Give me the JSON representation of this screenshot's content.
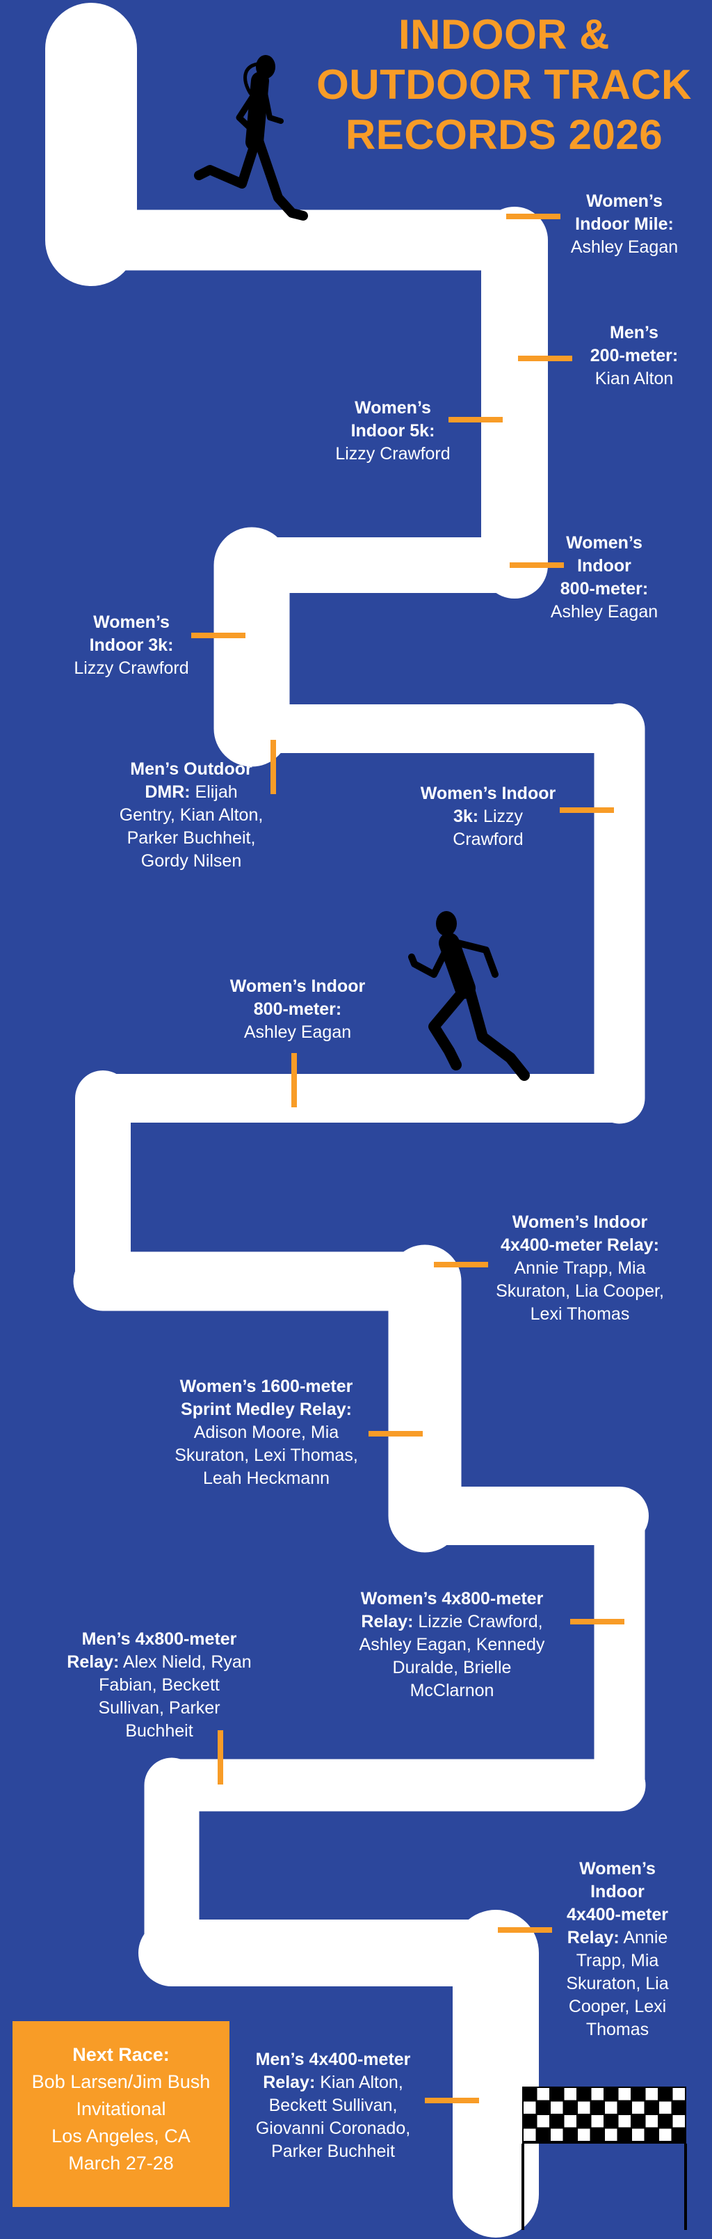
{
  "title": {
    "lines": [
      "INDOOR &",
      "OUTDOOR TRACK",
      "RECORDS 2026"
    ]
  },
  "colors": {
    "background": "#2c479c",
    "accent": "#f89c27",
    "track": "#ffffff"
  },
  "records": [
    {
      "lines": [
        {
          "b": "Women’s"
        },
        {
          "b": "Indoor Mile:"
        },
        {
          "t": "Ashley Eagan"
        }
      ]
    },
    {
      "lines": [
        {
          "b": "Men’s"
        },
        {
          "b": "200-meter:"
        },
        {
          "t": "Kian Alton"
        }
      ]
    },
    {
      "lines": [
        {
          "b": "Women’s"
        },
        {
          "b": "Indoor 5k:"
        },
        {
          "t": "Lizzy Crawford"
        }
      ]
    },
    {
      "lines": [
        {
          "b": "Women’s"
        },
        {
          "b": "Indoor"
        },
        {
          "b": "800-meter:"
        },
        {
          "t": "Ashley Eagan"
        }
      ]
    },
    {
      "lines": [
        {
          "b": "Women’s"
        },
        {
          "b": "Indoor 3k:"
        },
        {
          "t": "Lizzy Crawford"
        }
      ]
    },
    {
      "lines": [
        {
          "b": "Men’s Outdoor"
        },
        {
          "b": "DMR:",
          "t": " Elijah"
        },
        {
          "t": "Gentry, Kian Alton,"
        },
        {
          "t": "Parker Buchheit,"
        },
        {
          "t": "Gordy Nilsen"
        }
      ]
    },
    {
      "lines": [
        {
          "b": "Women’s Indoor"
        },
        {
          "b": "3k:",
          "t": " Lizzy"
        },
        {
          "t": "Crawford"
        }
      ]
    },
    {
      "lines": [
        {
          "b": "Women’s Indoor"
        },
        {
          "b": "800-meter:"
        },
        {
          "t": "Ashley Eagan"
        }
      ]
    },
    {
      "lines": [
        {
          "b": "Women’s Indoor"
        },
        {
          "b": "4x400-meter Relay:"
        },
        {
          "t": "Annie Trapp, Mia"
        },
        {
          "t": "Skuraton, Lia Cooper,"
        },
        {
          "t": "Lexi Thomas"
        }
      ]
    },
    {
      "lines": [
        {
          "b": "Women’s 1600-meter"
        },
        {
          "b": "Sprint Medley Relay:"
        },
        {
          "t": "Adison Moore, Mia"
        },
        {
          "t": "Skuraton, Lexi Thomas,"
        },
        {
          "t": "Leah Heckmann"
        }
      ]
    },
    {
      "lines": [
        {
          "b": "Women’s 4x800-meter"
        },
        {
          "b": "Relay:",
          "t": " Lizzie Crawford,"
        },
        {
          "t": "Ashley Eagan, Kennedy"
        },
        {
          "t": "Duralde, Brielle"
        },
        {
          "t": "McClarnon"
        }
      ]
    },
    {
      "lines": [
        {
          "b": "Men’s 4x800-meter"
        },
        {
          "b": "Relay:",
          "t": " Alex Nield, Ryan"
        },
        {
          "t": "Fabian, Beckett"
        },
        {
          "t": "Sullivan, Parker"
        },
        {
          "t": "Buchheit"
        }
      ]
    },
    {
      "lines": [
        {
          "b": "Women’s"
        },
        {
          "b": "Indoor"
        },
        {
          "b": "4x400-meter"
        },
        {
          "b": "Relay:",
          "t": " Annie"
        },
        {
          "t": "Trapp, Mia"
        },
        {
          "t": "Skuraton, Lia"
        },
        {
          "t": "Cooper, Lexi"
        },
        {
          "t": "Thomas"
        }
      ]
    },
    {
      "lines": [
        {
          "b": "Men’s 4x400-meter"
        },
        {
          "b": "Relay:",
          "t": " Kian Alton,"
        },
        {
          "t": "Beckett Sullivan,"
        },
        {
          "t": "Giovanni Coronado,"
        },
        {
          "t": "Parker Buchheit"
        }
      ]
    }
  ],
  "next_race": {
    "heading": "Next Race:",
    "name_line1": "Bob Larsen/Jim Bush",
    "name_line2": "Invitational",
    "location": "Los Angeles, CA",
    "dates": "March 27-28"
  },
  "icons": {
    "runner_top": "female-runner-silhouette",
    "runner_mid": "male-runner-silhouette",
    "finish": "checkered-flag"
  }
}
